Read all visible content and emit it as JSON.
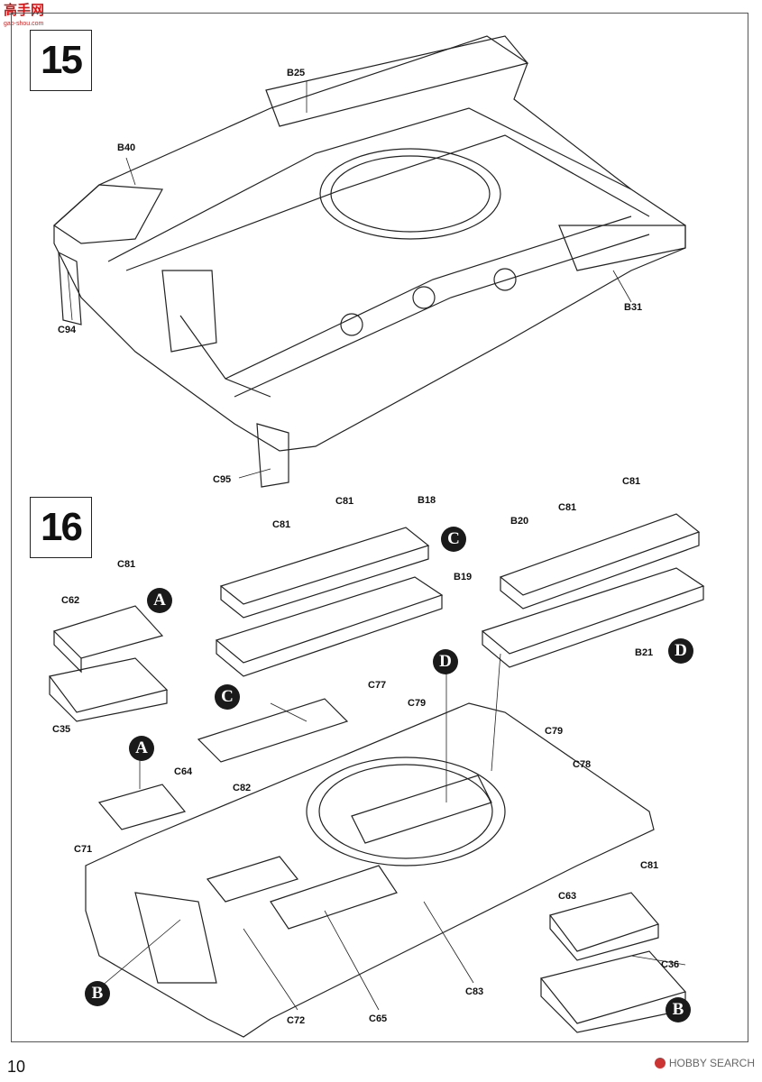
{
  "watermark_logo": {
    "title": "高手网",
    "subtitle": "gao-shou.com"
  },
  "steps": {
    "s15": "15",
    "s16": "16"
  },
  "step15_parts": {
    "b25": "B25",
    "b40": "B40",
    "c94": "C94",
    "b31": "B31",
    "c95": "C95"
  },
  "step16_parts": {
    "c81_a": "C81",
    "c81_b": "C81",
    "c81_c": "C81",
    "c81_d": "C81",
    "c81_e": "C81",
    "c81_f": "C81",
    "b18": "B18",
    "b19": "B19",
    "b20": "B20",
    "b21": "B21",
    "c62": "C62",
    "c35": "C35",
    "c77": "C77",
    "c79_a": "C79",
    "c79_b": "C79",
    "c78": "C78",
    "c64": "C64",
    "c82": "C82",
    "c71": "C71",
    "c63": "C63",
    "c36": "C36",
    "c83": "C83",
    "c72": "C72",
    "c65": "C65"
  },
  "callouts": {
    "a1": "A",
    "a2": "A",
    "b1": "B",
    "b2": "B",
    "c1": "C",
    "c2": "C",
    "d1": "D",
    "d2": "D"
  },
  "page_number": "10",
  "footer_watermark": "HOBBY SEARCH"
}
